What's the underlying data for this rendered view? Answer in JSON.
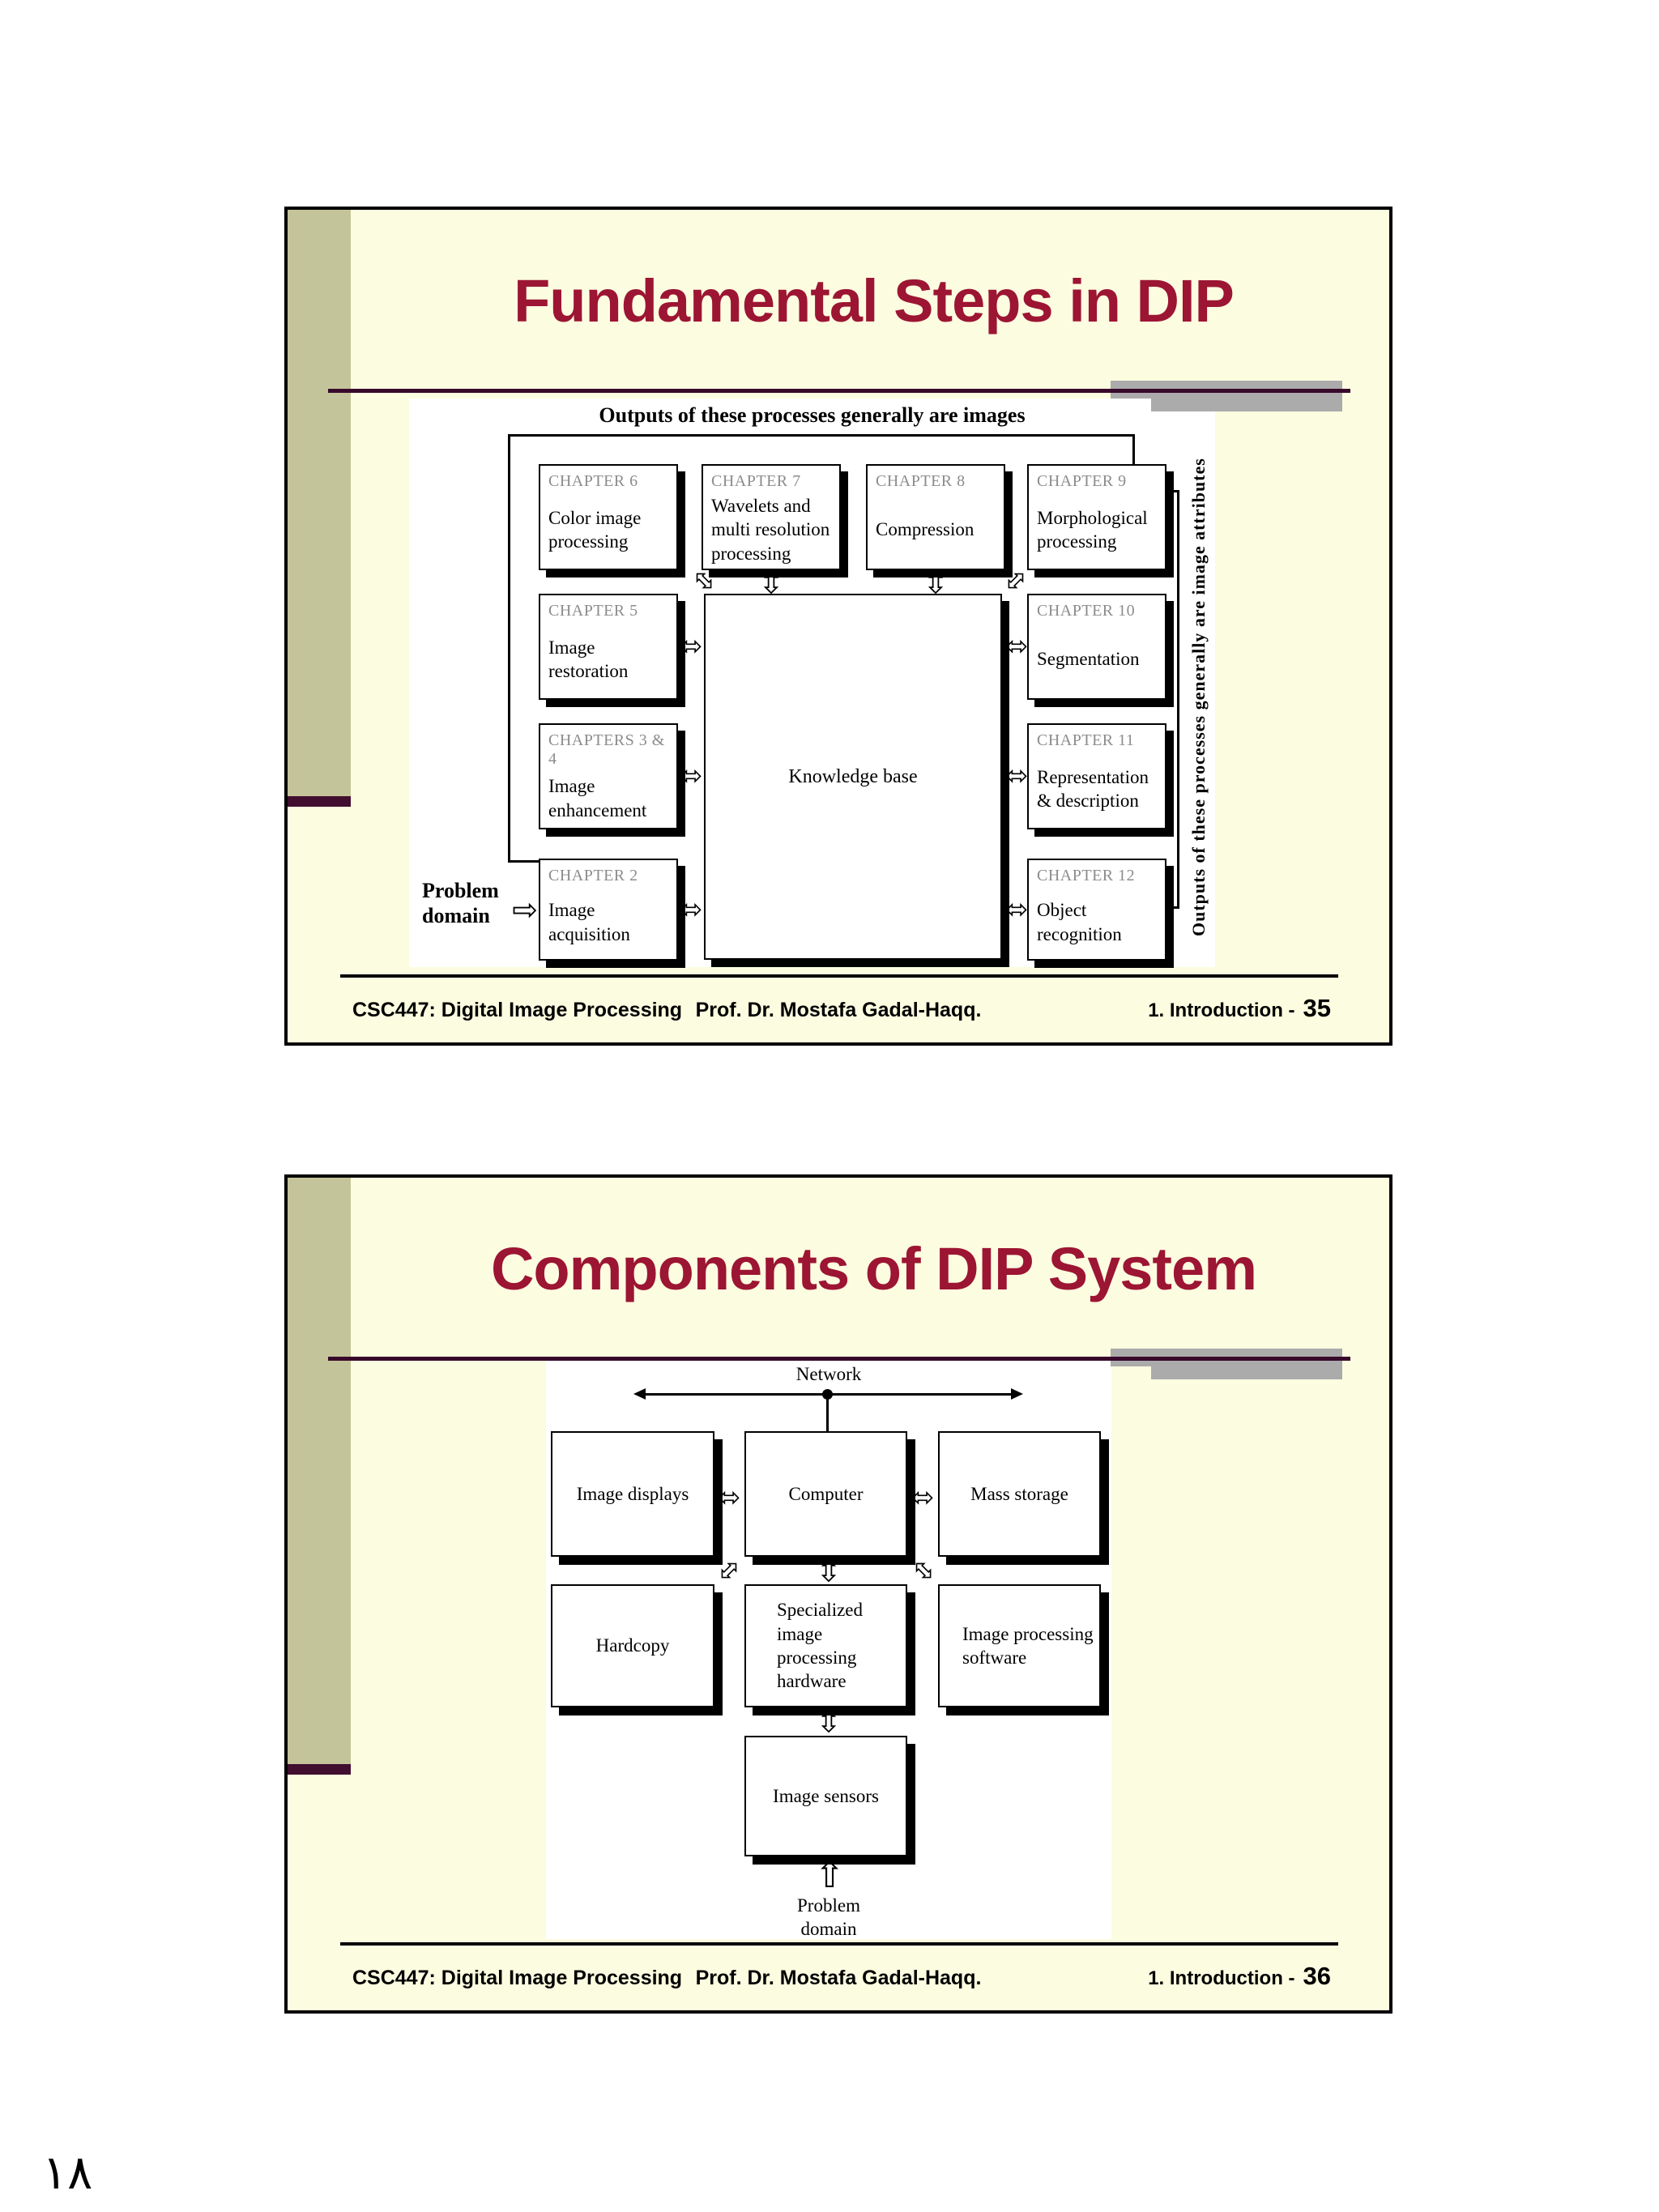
{
  "page": {
    "sheet_number": "١٨"
  },
  "colors": {
    "slide_background": "#FCFCE0",
    "accent_bar": "#C4C49A",
    "accent_strip": "#420E2F",
    "title": "#9C1533",
    "rule": "#38092B",
    "gray_bar": "#ABABAB",
    "diagram_background": "#FFFFFF",
    "chapter_label": "#8C8C8C"
  },
  "slide1": {
    "title": "Fundamental Steps in DIP",
    "diagram": {
      "heading": "Outputs of these processes generally are images",
      "side_label": "Outputs of these processes generally are image attributes",
      "problem_domain": "Problem\ndomain",
      "knowledge_base": "Knowledge base",
      "boxes": {
        "ch6": {
          "chapter": "CHAPTER 6",
          "label": "Color image\nprocessing"
        },
        "ch7": {
          "chapter": "CHAPTER 7",
          "label": "Wavelets and\nmulti resolution\nprocessing"
        },
        "ch8": {
          "chapter": "CHAPTER 8",
          "label": "Compression"
        },
        "ch9": {
          "chapter": "CHAPTER 9",
          "label": "Morphological\nprocessing"
        },
        "ch5": {
          "chapter": "CHAPTER 5",
          "label": "Image\nrestoration"
        },
        "ch34": {
          "chapter": "CHAPTERS 3 & 4",
          "label": "Image\nenhancement"
        },
        "ch2": {
          "chapter": "CHAPTER 2",
          "label": "Image\nacquisition"
        },
        "ch10": {
          "chapter": "CHAPTER 10",
          "label": "Segmentation"
        },
        "ch11": {
          "chapter": "CHAPTER 11",
          "label": "Representation\n& description"
        },
        "ch12": {
          "chapter": "CHAPTER 12",
          "label": "Object\nrecognition"
        }
      }
    },
    "footer": {
      "course": "CSC447: Digital Image Processing",
      "author": "Prof. Dr. Mostafa Gadal-Haqq.",
      "section": "1. Introduction -",
      "page": "35"
    }
  },
  "slide2": {
    "title": "Components of DIP System",
    "diagram": {
      "network": "Network",
      "problem_domain": "Problem\ndomain",
      "boxes": {
        "image_displays": "Image displays",
        "computer": "Computer",
        "mass_storage": "Mass storage",
        "hardcopy": "Hardcopy",
        "specialized": "Specialized\nimage processing\nhardware",
        "software": "Image processing\nsoftware",
        "sensors": "Image sensors"
      }
    },
    "footer": {
      "course": "CSC447: Digital Image Processing",
      "author": "Prof. Dr. Mostafa Gadal-Haqq.",
      "section": "1. Introduction -",
      "page": "36"
    }
  },
  "icons": {
    "left_right_arrow": "⬄",
    "up_down_arrow": "⇳",
    "right_arrow": "⇨",
    "up_arrow": "⇧"
  }
}
